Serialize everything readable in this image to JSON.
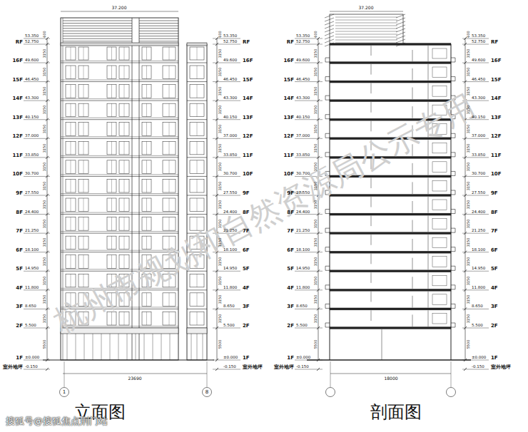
{
  "diagram": {
    "labels": [
      "立面图",
      "剖面图",
      "杭州市规划和自然资源局公示专用",
      "搜狐号@搜狐焦点荆门站",
      "37.200",
      "37.200",
      "23690",
      "18000",
      "1",
      "8",
      "RF",
      "16F",
      "15F",
      "14F",
      "13F",
      "12F",
      "11F",
      "10F",
      "9F",
      "8F",
      "7F",
      "6F",
      "5F",
      "4F",
      "3F",
      "2F",
      "1F",
      "室外地坪",
      "53.350",
      "52.750",
      "49.600",
      "46.450",
      "43.300",
      "40.150",
      "37.000",
      "33.850",
      "30.700",
      "27.550",
      "24.400",
      "21.250",
      "18.100",
      "14.950",
      "11.800",
      "8.650",
      "5.500",
      "±0.000",
      "-0.150",
      "600",
      "3150",
      "3150",
      "3150",
      "3150",
      "3150",
      "3150",
      "3150",
      "3150",
      "3150",
      "3150",
      "3150",
      "3150",
      "3150",
      "3150",
      "3150",
      "5500",
      "RF",
      "16F",
      "15F",
      "14F",
      "13F",
      "12F",
      "11F",
      "10F",
      "9F",
      "8F",
      "7F",
      "6F",
      "5F",
      "4F",
      "3F",
      "2F",
      "1F",
      "室外地坪",
      "53.350",
      "52.750",
      "49.600",
      "46.450",
      "43.300",
      "40.150",
      "37.000",
      "33.850",
      "30.700",
      "27.550",
      "24.400",
      "21.250",
      "18.100",
      "14.950",
      "11.800",
      "8.650",
      "5.500",
      "±0.000",
      "-0.150",
      "600",
      "3150",
      "3150",
      "3150",
      "3150",
      "3150",
      "3150",
      "3150",
      "3150",
      "3150",
      "3150",
      "3150",
      "3150",
      "3150",
      "3150",
      "3150",
      "5500",
      "RF",
      "16F",
      "15F",
      "14F",
      "13F",
      "12F",
      "11F",
      "10F",
      "9F",
      "8F",
      "7F",
      "6F",
      "5F",
      "4F",
      "3F",
      "2F",
      "1F",
      "室外地坪",
      "53.350",
      "52.750",
      "49.600",
      "46.450",
      "43.300",
      "40.150",
      "37.000",
      "33.850",
      "30.700",
      "27.550",
      "24.400",
      "21.250",
      "18.100",
      "14.950",
      "11.800",
      "8.650",
      "5.500",
      "±0.000",
      "-0.150",
      "600",
      "3150",
      "3150",
      "3150",
      "3150",
      "3150",
      "3150",
      "3150",
      "3150",
      "3150",
      "3150",
      "3150",
      "3150",
      "3150",
      "3150",
      "3150",
      "5500",
      "RF",
      "16F",
      "15F",
      "14F",
      "13F",
      "12F",
      "11F",
      "10F",
      "9F",
      "8F",
      "7F",
      "6F",
      "5F",
      "4F",
      "3F",
      "2F",
      "1F",
      "室外地坪",
      "53.350",
      "52.750",
      "49.600",
      "46.450",
      "43.300",
      "40.150",
      "37.000",
      "33.850",
      "30.700",
      "27.550",
      "24.400",
      "21.250",
      "18.100",
      "14.950",
      "11.800",
      "8.650",
      "5.500",
      "±0.000",
      "-0.150",
      "600",
      "3150",
      "3150",
      "3150",
      "3150",
      "3150",
      "3150",
      "3150",
      "3150",
      "3150",
      "3150",
      "3150",
      "3150",
      "3150",
      "3150",
      "3150",
      "5500"
    ]
  }
}
